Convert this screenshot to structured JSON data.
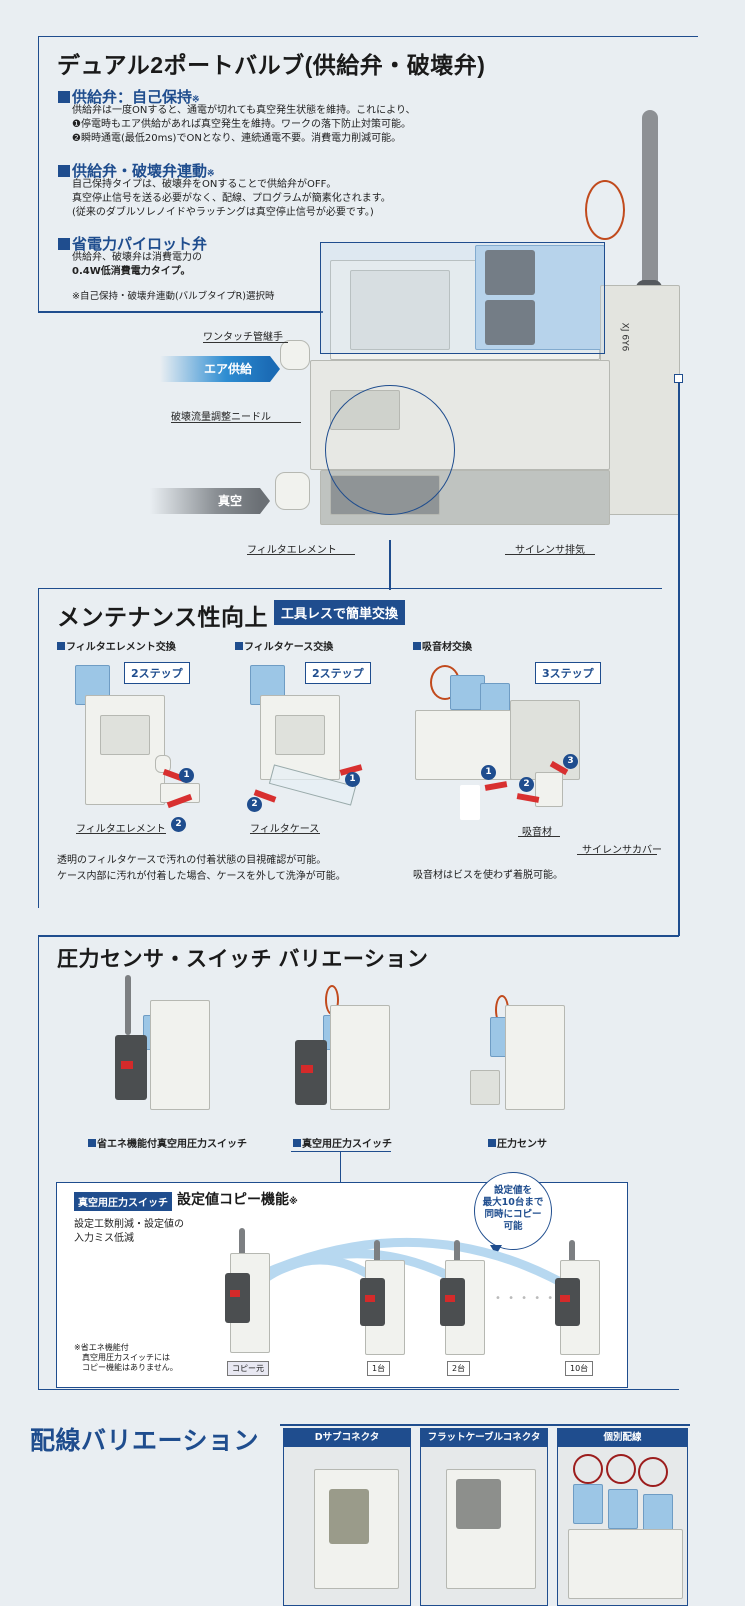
{
  "dual": {
    "title": "デュアル2ポートバルブ(供給弁・破壊弁)",
    "sec1": {
      "heading": "供給弁：自己保持",
      "mark": "※",
      "lines": [
        "供給弁は一度ONすると、通電が切れても真空発生状態を維持。これにより、",
        "❶停電時もエア供給があれば真空発生を維持。ワークの落下防止対策可能。",
        "❷瞬時通電(最低20ms)でONとなり、連続通電不要。消費電力削減可能。"
      ]
    },
    "sec2": {
      "heading": "供給弁・破壊弁連動",
      "mark": "※",
      "lines": [
        "自己保持タイプは、破壊弁をONすることで供給弁がOFF。",
        "真空停止信号を送る必要がなく、配線、プログラムが簡素化されます。",
        "(従来のダブルソレノイドやラッチングは真空停止信号が必要です。)"
      ]
    },
    "sec3": {
      "heading": "省電力パイロット弁",
      "lines": [
        "供給弁、破壊弁は消費電力の",
        "0.4W低消費電力タイプ。"
      ],
      "note": "※自己保持・破壊弁連動(バルブタイプR)選択時"
    }
  },
  "callouts": {
    "one_touch": "ワンタッチ管継手",
    "air_supply": "エア供給",
    "needle": "破壊流量調整ニードル",
    "vacuum": "真空",
    "filter_element": "フィルタエレメント",
    "silencer_exhaust": "サイレンサ排気"
  },
  "maintenance": {
    "title": "メンテナンス性向上",
    "badge": "工具レスで簡単交換",
    "col1": {
      "caption": "フィルタエレメント交換",
      "steps": "2ステップ",
      "label": "フィルタエレメント"
    },
    "col2": {
      "caption": "フィルタケース交換",
      "steps": "2ステップ",
      "label": "フィルタケース"
    },
    "col3": {
      "caption": "吸音材交換",
      "steps": "3ステップ",
      "label_absorber": "吸音材",
      "label_cover": "サイレンサカバー"
    },
    "nums": [
      "1",
      "2",
      "3"
    ],
    "text_left": [
      "透明のフィルタケースで汚れの付着状態の目視確認が可能。",
      "ケース内部に汚れが付着した場合、ケースを外して洗浄が可能。"
    ],
    "text_right": "吸音材はビスを使わず着脱可能。"
  },
  "pressure": {
    "title": "圧力センサ・スイッチ バリエーション",
    "items": [
      "省エネ機能付真空用圧力スイッチ",
      "真空用圧力スイッチ",
      "圧力センサ"
    ]
  },
  "copy": {
    "tag": "真空用圧力スイッチ",
    "title": "設定値コピー機能",
    "mark": "※",
    "desc": [
      "設定工数削減・設定値の",
      "入力ミス低減"
    ],
    "bubble": [
      "設定値を",
      "最大10台まで",
      "同時にコピー",
      "可能"
    ],
    "units": [
      "コピー元",
      "1台",
      "2台",
      "10台"
    ],
    "note": [
      "※省エネ機能付",
      "真空用圧力スイッチには",
      "コピー機能はありません。"
    ],
    "dots": "• • • • • • •"
  },
  "wiring": {
    "title": "配線バリエーション",
    "items": [
      "Dサブコネクタ",
      "フラットケーブルコネクタ",
      "個別配線"
    ]
  },
  "device_text": "XJ 6Y6"
}
